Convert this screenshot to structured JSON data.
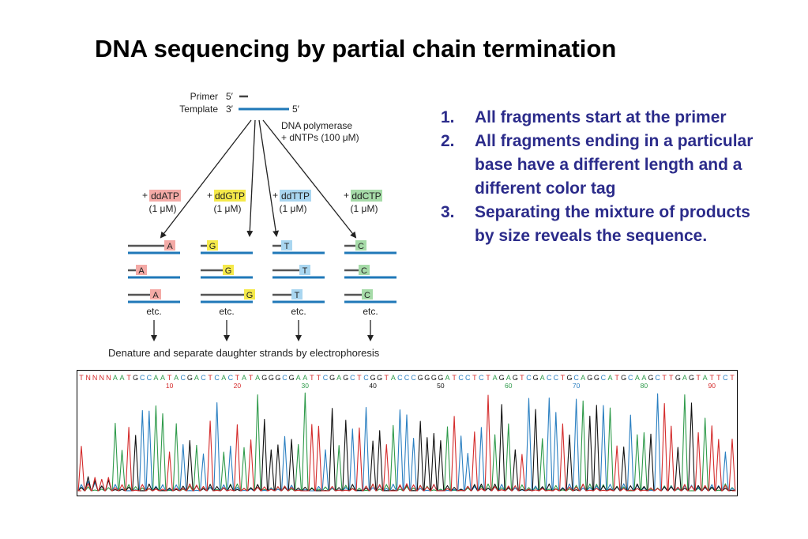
{
  "title": "DNA sequencing by partial chain termination",
  "diagram": {
    "primer_label": "Primer",
    "template_label": "Template",
    "primer_end": "5′",
    "template_end_left": "3′",
    "template_end_right": "5′",
    "polymerase_line1": "DNA polymerase",
    "polymerase_line2": "+ dNTPs (100 μM)",
    "ddntps": [
      {
        "prefix": "+",
        "name": "ddATP",
        "conc": "(1 μM)",
        "letter": "A",
        "color": "#f4aaa6"
      },
      {
        "prefix": "+",
        "name": "ddGTP",
        "conc": "(1 μM)",
        "letter": "G",
        "color": "#f5e94a"
      },
      {
        "prefix": "+",
        "name": "ddTTP",
        "conc": "(1 μM)",
        "letter": "T",
        "color": "#a9d6f0"
      },
      {
        "prefix": "+",
        "name": "ddCTP",
        "conc": "(1 μM)",
        "letter": "C",
        "color": "#a6dba8"
      }
    ],
    "etc_label": "etc.",
    "bottom_caption": "Denature and separate daughter strands by electrophoresis"
  },
  "points": [
    {
      "num": "1.",
      "text": "All fragments start at the primer"
    },
    {
      "num": "2.",
      "text": "All fragments ending in a particular base have a different length and a different color tag"
    },
    {
      "num": "3.",
      "text": "Separating the mixture of products by size reveals the sequence."
    }
  ],
  "chromatogram": {
    "sequence": "TNNNNAATGCCAATACGACTCACTATAGGGCGAATTCGAGCTCGGTACCCGGGGATCCTCTAGAGTCGACCTGCAGGCATGCAAGCTTGAGTATTCT",
    "position_marks": [
      {
        "label": "10",
        "index": 13
      },
      {
        "label": "20",
        "index": 23
      },
      {
        "label": "30",
        "index": 33
      },
      {
        "label": "40",
        "index": 43
      },
      {
        "label": "50",
        "index": 53
      },
      {
        "label": "60",
        "index": 63
      },
      {
        "label": "70",
        "index": 73
      },
      {
        "label": "80",
        "index": 83
      },
      {
        "label": "90",
        "index": 93
      }
    ],
    "base_colors": {
      "A": "#2e9a4a",
      "C": "#2a7fc1",
      "G": "#111111",
      "T": "#d42b2b",
      "N": "#d42b2b"
    }
  }
}
